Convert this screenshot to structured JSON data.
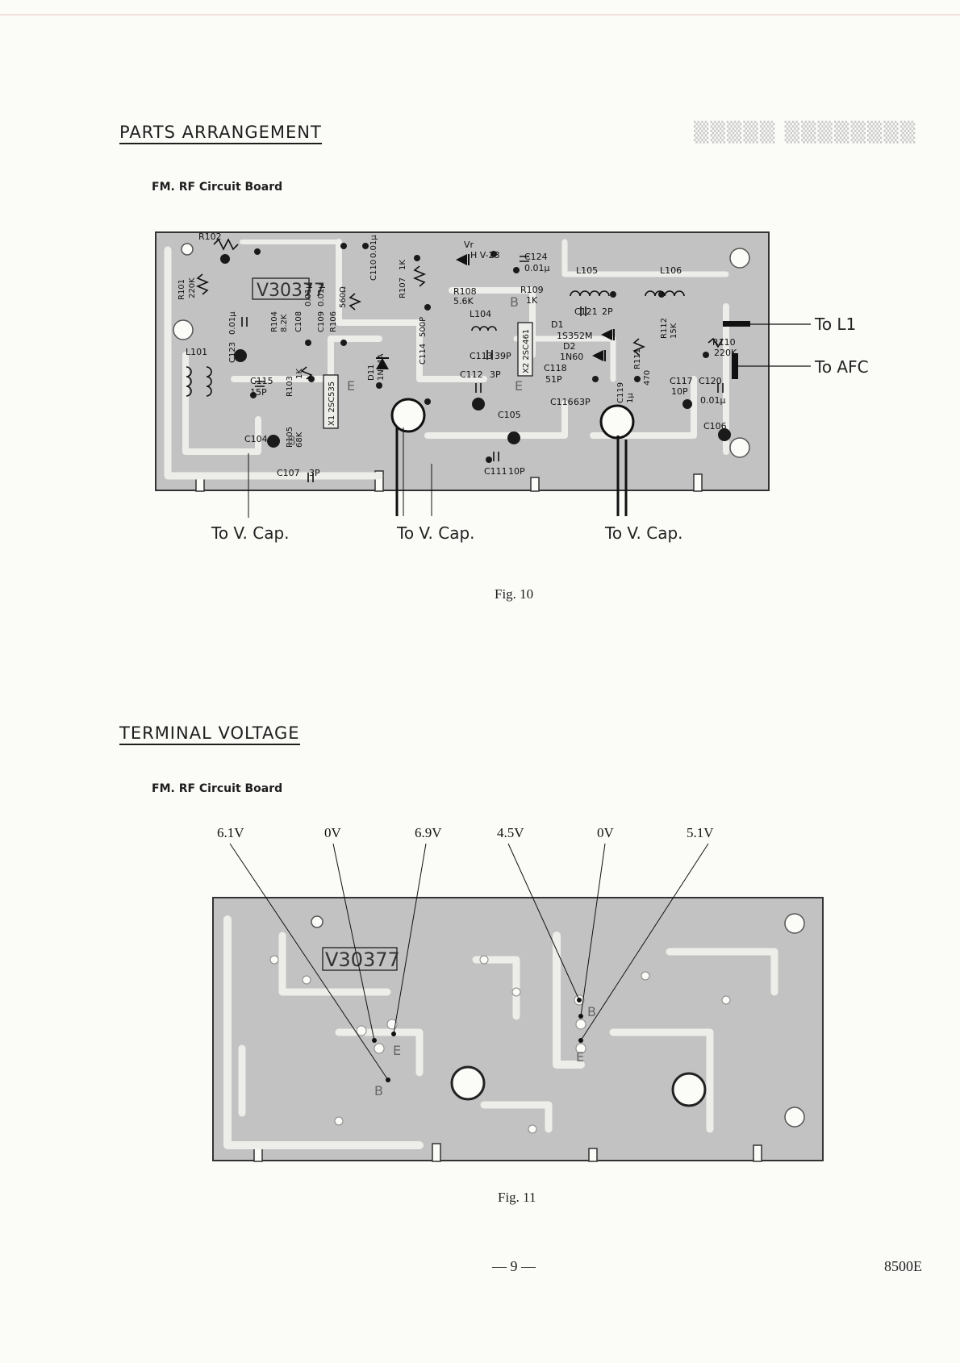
{
  "section1": {
    "heading": "PARTS ARRANGEMENT",
    "board_label": "FM. RF Circuit Board",
    "figure_caption": "Fig.  10",
    "board_marking": "V30377",
    "callouts": {
      "to_l1": "To L1",
      "to_afc": "To AFC",
      "to_vcap": "To V. Cap."
    },
    "components": {
      "r101": "R101",
      "r101_v": "220K",
      "r102": "R102",
      "r103": "R103",
      "r103_v": "1K",
      "r104": "R104",
      "r104_v": "8.2K",
      "r105": "R105",
      "r105_v": "68K",
      "r106": "R106",
      "r106_v": "560Ω",
      "r107": "R107",
      "r107_v": "1K",
      "r108": "R108",
      "r108_v": "5.6K",
      "r109": "R109",
      "r109_v": "1K",
      "r110": "R110",
      "r110_v": "220K",
      "r111": "R111",
      "r111_v": "470",
      "r112": "R112",
      "r112_v": "15K",
      "c104": "C104",
      "c105": "C105",
      "c106": "C106",
      "c107": "C107",
      "c107_v": "3P",
      "c108": "C108",
      "c108_v": "0.01μ",
      "c109": "C109",
      "c109_v": "0.01μ",
      "c110": "C110",
      "c110_v": "0.01μ",
      "c111": "C111",
      "c111_v": "10P",
      "c112": "C112",
      "c112_v": "3P",
      "c113": "C113",
      "c113_v": "39P",
      "c114": "C114",
      "c114_v": "500P",
      "c115": "C115",
      "c115_v": "15P",
      "c116": "C116",
      "c116_v": "63P",
      "c117": "C117",
      "c117_v": "10P",
      "c118": "C118",
      "c118_v": "51P",
      "c119": "C119",
      "c119_v": "1μ",
      "c120": "C120",
      "c120_v": "0.01μ",
      "c121": "C121",
      "c121_v": "2P",
      "c123": "C123",
      "c123_v": "0.01μ",
      "c124": "C124",
      "c124_v": "0.01μ",
      "l101": "L101",
      "l104": "L104",
      "l105": "L105",
      "l106": "L106",
      "vr": "Vr",
      "hv23": "H V-23",
      "d1": "D1",
      "d1_type": "1S352M",
      "d2": "D2",
      "d2_type": "1N60",
      "d11": "D11",
      "d11_type": "1N34A",
      "x1": "X1 2SC535",
      "x2": "X2 2SC461",
      "pin_b": "B",
      "pin_e": "E"
    }
  },
  "section2": {
    "heading": "TERMINAL VOLTAGE",
    "board_label": "FM. RF Circuit Board",
    "figure_caption": "Fig.  11",
    "board_marking": "V30377",
    "voltages": [
      "6.1V",
      "0V",
      "6.9V",
      "4.5V",
      "0V",
      "5.1V"
    ],
    "pins": {
      "b": "B",
      "e": "E"
    }
  },
  "footer": {
    "page_number": "— 9 —",
    "model": "8500E"
  },
  "colors": {
    "board": "#c2c2c2",
    "trace": "#ededea",
    "ink": "#1e1e1e"
  }
}
